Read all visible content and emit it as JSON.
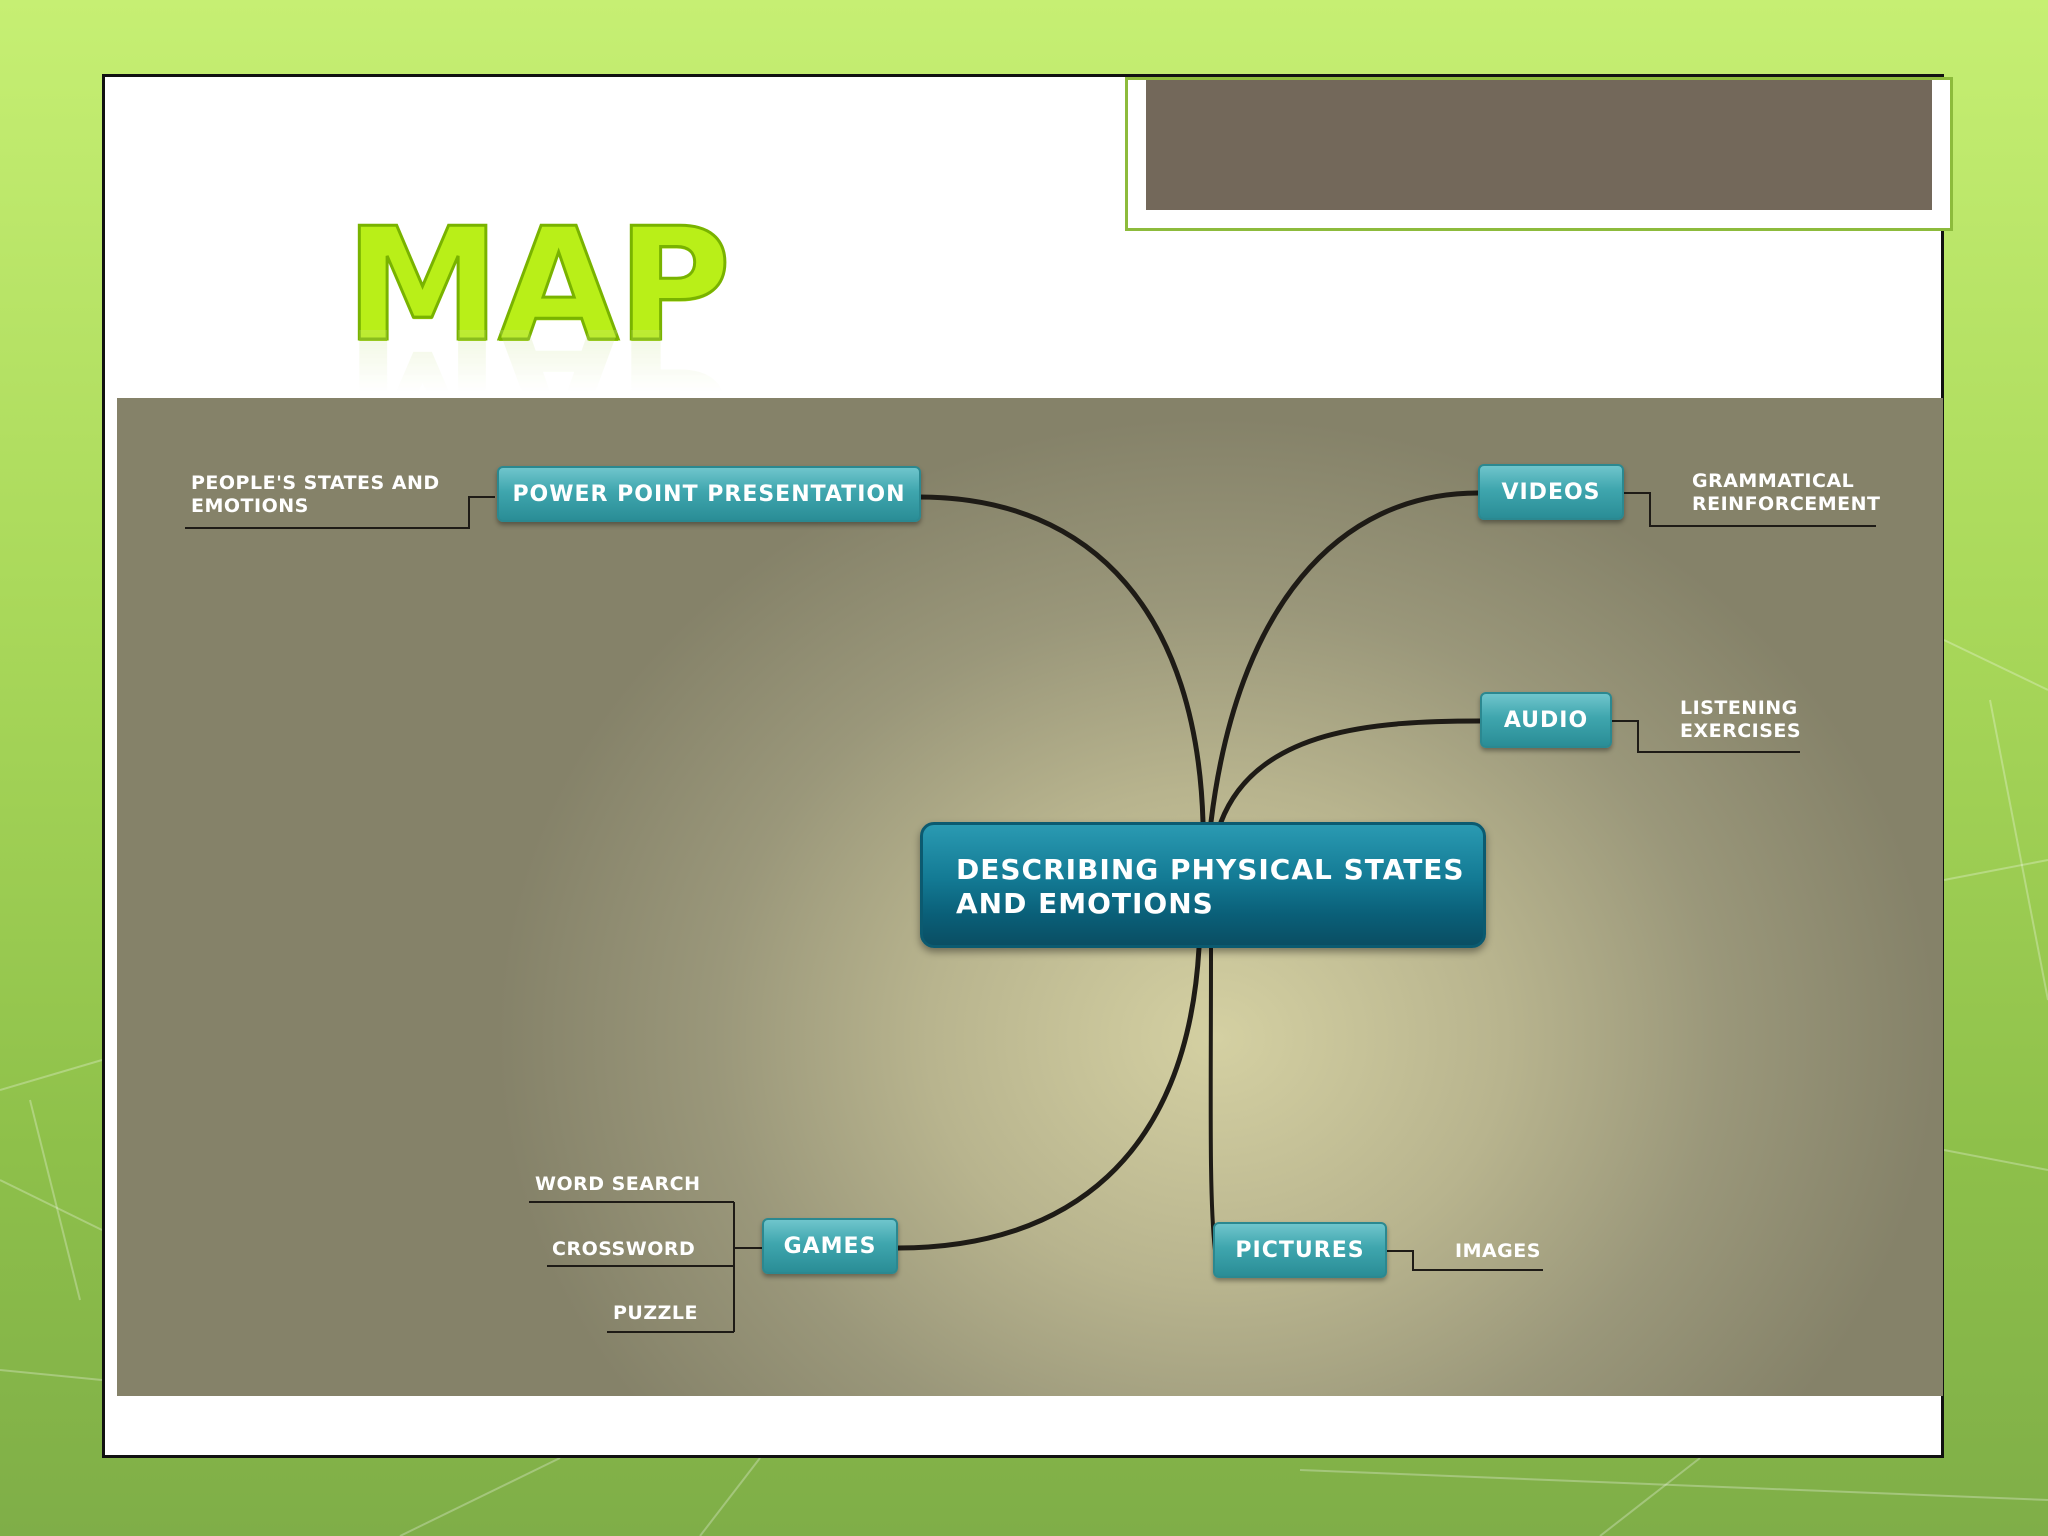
{
  "slide": {
    "title": "MAP"
  },
  "mindmap": {
    "central": {
      "line1": "DESCRIBING PHYSICAL STATES",
      "line2": "AND EMOTIONS"
    },
    "branches": [
      {
        "label": "POWER POINT PRESENTATION",
        "leaves": [
          {
            "line1": "PEOPLE'S STATES AND",
            "line2": "EMOTIONS"
          }
        ]
      },
      {
        "label": "VIDEOS",
        "leaves": [
          {
            "line1": "GRAMMATICAL",
            "line2": "REINFORCEMENT"
          }
        ]
      },
      {
        "label": "AUDIO",
        "leaves": [
          {
            "line1": "LISTENING",
            "line2": "EXERCISES"
          }
        ]
      },
      {
        "label": "GAMES",
        "leaves": [
          {
            "line1": "WORD SEARCH"
          },
          {
            "line1": "CROSSWORD"
          },
          {
            "line1": "PUZZLE"
          }
        ]
      },
      {
        "label": "PICTURES",
        "leaves": [
          {
            "line1": "IMAGES"
          }
        ]
      }
    ]
  },
  "colors": {
    "background_green": "#b4e35f",
    "title_green": "#b9ef18",
    "node_teal": "#3fa6ae",
    "central_blue": "#137a94",
    "panel_olive": "#9a977a",
    "photo_placeholder": "#73685a"
  }
}
